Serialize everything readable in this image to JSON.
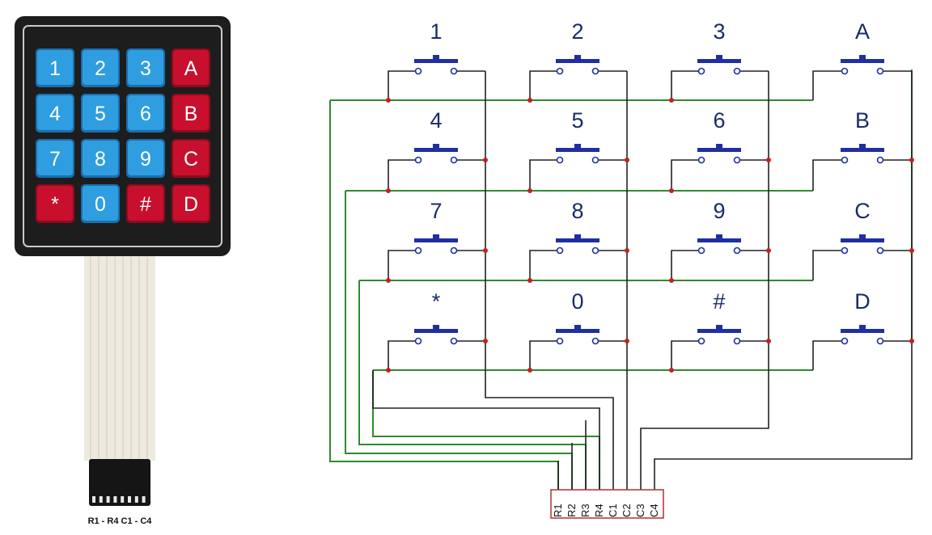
{
  "colors": {
    "pad_body": "#1d1d1d",
    "pad_border": "#c9c9c9",
    "key_blue": "#2f9ee0",
    "key_blue_dark": "#1a6fb0",
    "key_red": "#c8102e",
    "key_red_dark": "#8e0b1f",
    "ribbon": "#efeae0",
    "connector": "#151515",
    "wire_green": "#2e8b2e",
    "wire_black": "#222222",
    "node_red": "#c62020",
    "switch_blue": "#1f2fa0",
    "label_navy": "#1a2a6b",
    "pin_box": "#b03030"
  },
  "keypad": {
    "keys": [
      {
        "label": "1",
        "color": "blue"
      },
      {
        "label": "2",
        "color": "blue"
      },
      {
        "label": "3",
        "color": "blue"
      },
      {
        "label": "A",
        "color": "red"
      },
      {
        "label": "4",
        "color": "blue"
      },
      {
        "label": "5",
        "color": "blue"
      },
      {
        "label": "6",
        "color": "blue"
      },
      {
        "label": "B",
        "color": "red"
      },
      {
        "label": "7",
        "color": "blue"
      },
      {
        "label": "8",
        "color": "blue"
      },
      {
        "label": "9",
        "color": "blue"
      },
      {
        "label": "C",
        "color": "red"
      },
      {
        "label": "*",
        "color": "red"
      },
      {
        "label": "0",
        "color": "blue"
      },
      {
        "label": "#",
        "color": "red"
      },
      {
        "label": "D",
        "color": "red"
      }
    ],
    "connector_caption": "R1 - R4 C1 - C4"
  },
  "schematic": {
    "keys": [
      "1",
      "2",
      "3",
      "A",
      "4",
      "5",
      "6",
      "B",
      "7",
      "8",
      "9",
      "C",
      "*",
      "0",
      "#",
      "D"
    ],
    "pins": [
      "R1",
      "R2",
      "R3",
      "R4",
      "C1",
      "C2",
      "C3",
      "C4"
    ]
  }
}
